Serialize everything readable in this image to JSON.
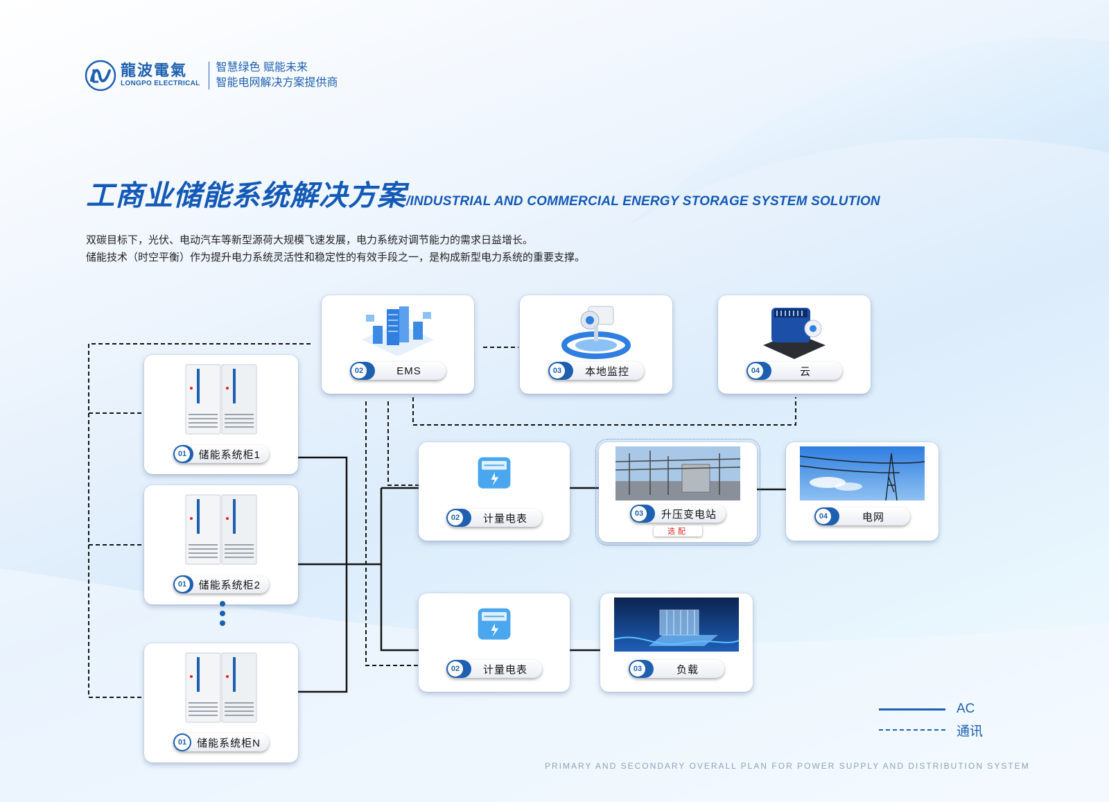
{
  "brand": {
    "name_cn": "龍波電氣",
    "name_en": "LONGPO ELECTRICAL",
    "slogan_1": "智慧绿色 赋能未来",
    "slogan_2": "智能电网解决方案提供商"
  },
  "title": {
    "cn": "工商业储能系统解决方案",
    "en": "/INDUSTRIAL AND COMMERCIAL ENERGY STORAGE SYSTEM SOLUTION"
  },
  "intro": {
    "line_1": "双碳目标下，光伏、电动汽车等新型源荷大规模飞速发展，电力系统对调节能力的需求日益增长。",
    "line_2": "储能技术（时空平衡）作为提升电力系统灵活性和稳定性的有效手段之一，是构成新型电力系统的重要支撑。"
  },
  "cabinets": [
    {
      "num": "01",
      "label": "储能系统柜1"
    },
    {
      "num": "01",
      "label": "储能系统柜2"
    },
    {
      "num": "01",
      "label": "储能系统柜N"
    }
  ],
  "top_row": {
    "ems": {
      "num": "02",
      "label": "EMS"
    },
    "monitor": {
      "num": "03",
      "label": "本地监控"
    },
    "cloud": {
      "num": "04",
      "label": "云"
    }
  },
  "grid_row": {
    "meter": {
      "num": "02",
      "label": "计量电表"
    },
    "substation": {
      "num": "03",
      "label": "升压变电站",
      "tag": "选配"
    },
    "grid": {
      "num": "04",
      "label": "电网"
    }
  },
  "load_row": {
    "meter": {
      "num": "02",
      "label": "计量电表"
    },
    "load": {
      "num": "03",
      "label": "负载"
    }
  },
  "legend": {
    "ac": "AC",
    "comm": "通讯"
  },
  "footer": "PRIMARY AND SECONDARY OVERALL PLAN FOR POWER SUPPLY AND DISTRIBUTION SYSTEM",
  "colors": {
    "brand_blue": "#1d5fb0",
    "title_blue": "#1359b6",
    "option_red": "#dd2222"
  }
}
